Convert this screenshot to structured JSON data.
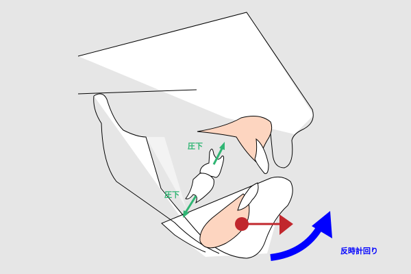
{
  "labels": {
    "intrusion_upper": "圧下",
    "intrusion_lower": "圧下",
    "rotation": "反時計回り"
  },
  "colors": {
    "background": "#e6e6e6",
    "tissue": "#fdd5c0",
    "intrusion_arrow": "#2fb573",
    "force_arrow": "#c1272d",
    "rotation_arrow": "#0000ff"
  }
}
